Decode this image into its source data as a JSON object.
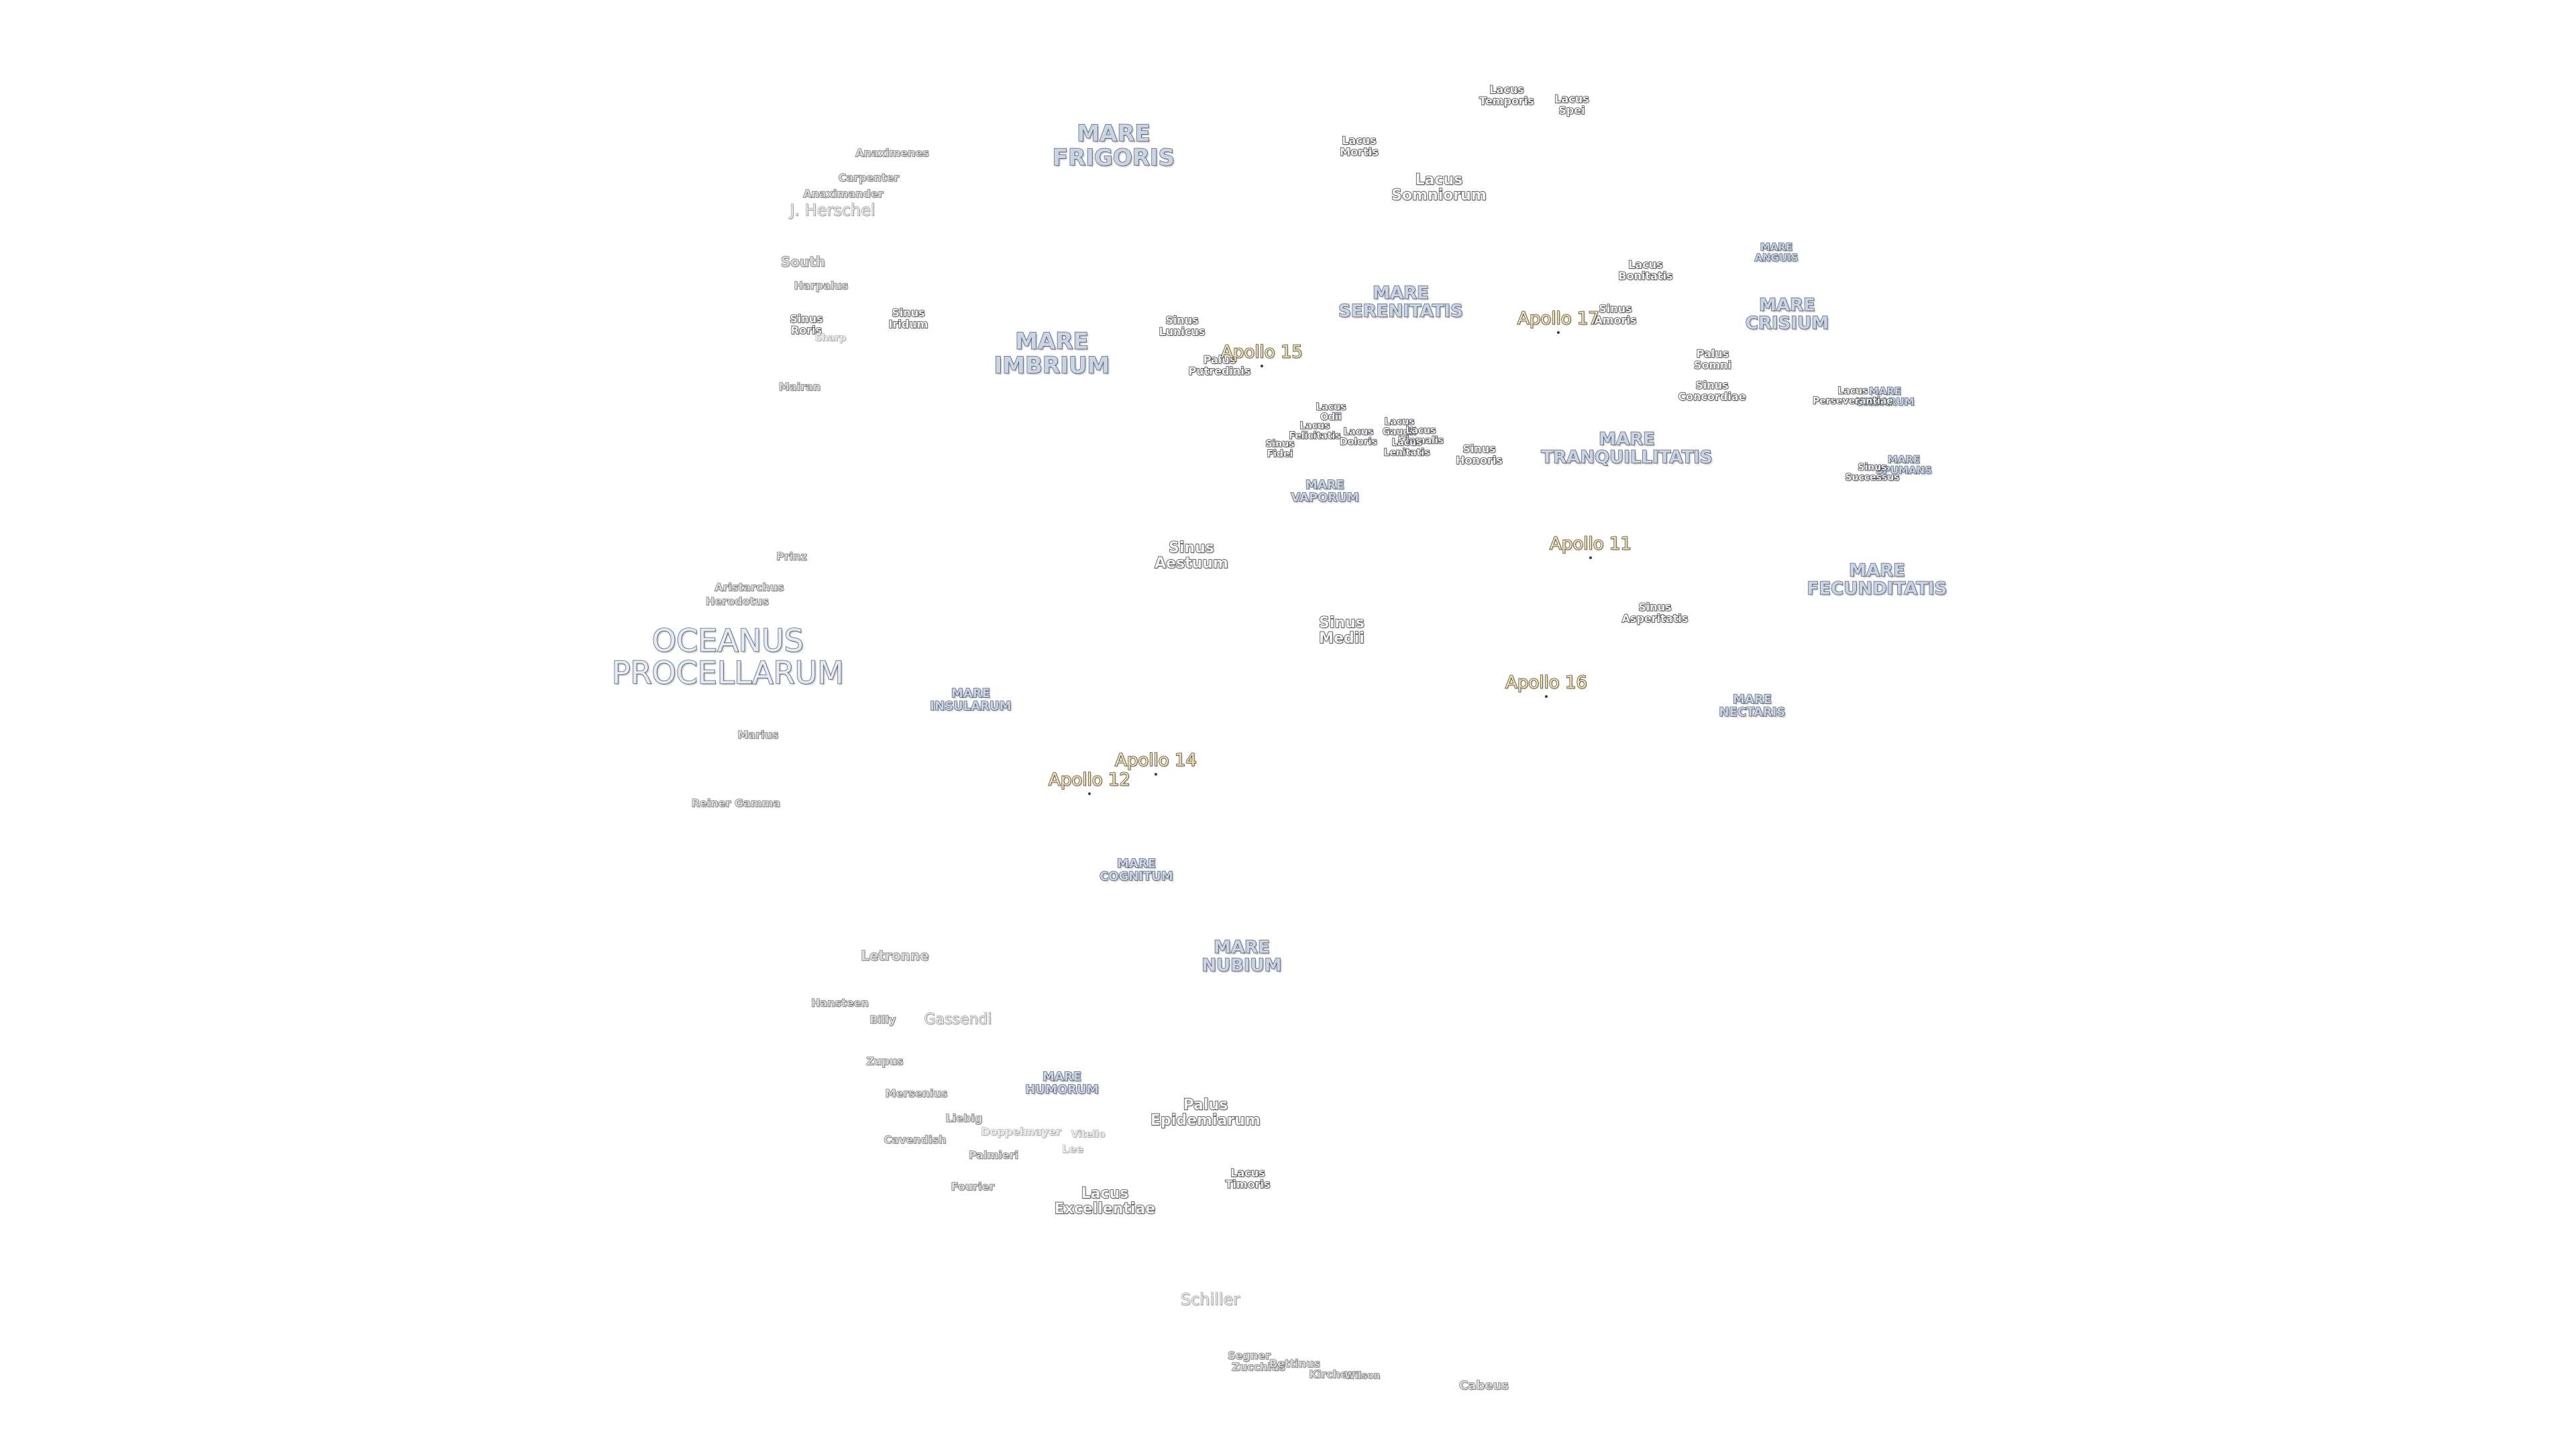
{
  "labels": {
    "oceanus_procellarum": "OCEANUS\nPROCELLARUM",
    "mare_frigoris": "MARE\nFRIGORIS",
    "mare_imbrium": "MARE\nIMBRIUM",
    "mare_serenitatis": "MARE\nSERENITATIS",
    "mare_tranquillitatis": "MARE\nTRANQUILLITATIS",
    "mare_crisium": "MARE\nCRISIUM",
    "mare_fecunditatis": "MARE\nFECUNDITATIS",
    "mare_nectaris": "MARE\nNECTARIS",
    "mare_vaporum": "MARE\nVAPORUM",
    "mare_insularum": "MARE\nINSULARUM",
    "mare_cognitum": "MARE\nCOGNITUM",
    "mare_nubium": "MARE\nNUBIUM",
    "mare_humorum": "MARE\nHUMORUM",
    "mare_anguis": "MARE\nANGUIS",
    "mare_undarum": "MARE\nUNDARUM",
    "mare_spumans": "MARE\nSPUMANS",
    "lacus_temporis": "Lacus\nTemporis",
    "lacus_spei": "Lacus\nSpei",
    "lacus_mortis": "Lacus\nMortis",
    "lacus_somniorum": "Lacus\nSomniorum",
    "lacus_bonitatis": "Lacus\nBonitatis",
    "lacus_perseverantiae": "Lacus\nPerseverantiae",
    "lacus_felicitatis": "Lacus\nFelicitatis",
    "lacus_odii": "Lacus\nOdii",
    "lacus_doloris": "Lacus\nDoloris",
    "lacus_gaudii": "Lacus\nGaudii",
    "lacus_hiemalis": "Lacus\nHiemalis",
    "lacus_lenitatis": "Lacus\nLenitatis",
    "lacus_excellentiae": "Lacus\nExcellentiae",
    "lacus_timoris": "Lacus\nTimoris",
    "sinus_roris": "Sinus\nRoris",
    "sinus_iridum": "Sinus\nIridum",
    "sinus_lunicus": "Sinus\nLunicus",
    "sinus_amoris": "Sinus\nAmoris",
    "sinus_concordiae": "Sinus\nConcordiae",
    "sinus_fidei": "Sinus\nFidei",
    "sinus_honoris": "Sinus\nHonoris",
    "sinus_successus": "Sinus\nSuccessus",
    "sinus_aestuum": "Sinus\nAestuum",
    "sinus_medii": "Sinus\nMedii",
    "sinus_asperitatis": "Sinus\nAsperitatis",
    "palus_putredinis": "Palus\nPutredinis",
    "palus_somni": "Palus\nSomni",
    "palus_epidemiarum": "Palus\nEpidemiarum",
    "anaximenes": "Anaximenes",
    "carpenter": "Carpenter",
    "anaximander": "Anaximander",
    "j_herschel": "J. Herschel",
    "south": "South",
    "harpalus": "Harpalus",
    "sharp": "Sharp",
    "mairan": "Mairan",
    "prinz": "Prinz",
    "aristarchus": "Aristarchus",
    "herodotus": "Herodotus",
    "marius": "Marius",
    "reiner_gamma": "Reiner Gamma",
    "letronne": "Letronne",
    "hansteen": "Hansteen",
    "billy": "Billy",
    "gassendi": "Gassendi",
    "zupus": "Zupus",
    "mersenius": "Mersenius",
    "liebig": "Liebig",
    "doppelmayer": "Doppelmayer",
    "vitello": "Vitello",
    "cavendish": "Cavendish",
    "lee": "Lee",
    "palmieri": "Palmieri",
    "fourier": "Fourier",
    "schiller": "Schiller",
    "segner": "Segner",
    "zucchius": "Zucchius",
    "bettinus": "Bettinus",
    "kircher": "Kircher",
    "wilson": "Wilson",
    "cabeus": "Cabeus",
    "apollo_11": "Apollo 11",
    "apollo_12": "Apollo 12",
    "apollo_14": "Apollo 14",
    "apollo_15": "Apollo 15",
    "apollo_16": "Apollo 16",
    "apollo_17": "Apollo 17"
  },
  "colors": {
    "background": "#ffffff",
    "mare_fill": "#c9d4e6",
    "apollo_fill": "#f3e2b6"
  }
}
